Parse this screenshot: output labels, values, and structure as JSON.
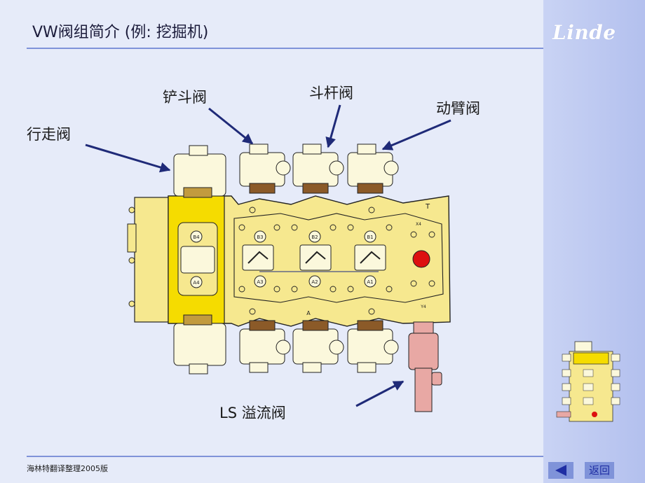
{
  "slide": {
    "title": "VW阀组简介 (例: 挖掘机)",
    "logo_text": "Linde",
    "footer": "海林特翻译整理2005版",
    "nav": {
      "return_label": "返回"
    },
    "labels": {
      "travel": "行走阀",
      "bucket": "铲斗阀",
      "stick": "斗杆阀",
      "boom": "动臂阀",
      "ls_relief": "LS 溢流阀"
    },
    "valve_ports": [
      "B4",
      "A4",
      "B3",
      "A3",
      "B2",
      "A2",
      "B1",
      "A1"
    ],
    "body_marks": [
      "T",
      "A",
      "X4",
      "Y4"
    ]
  },
  "colors": {
    "background": "#e6ebf9",
    "accent": "#7f93d9",
    "valve_yellow": "#f6e88f",
    "valve_cap": "#fbf8dc",
    "bright_yellow": "#f5dc00",
    "relief_pink": "#e8a8a4",
    "red_plug": "#dd1010",
    "arrow": "#1f2a78"
  },
  "icons": [
    "back-arrow-icon"
  ]
}
